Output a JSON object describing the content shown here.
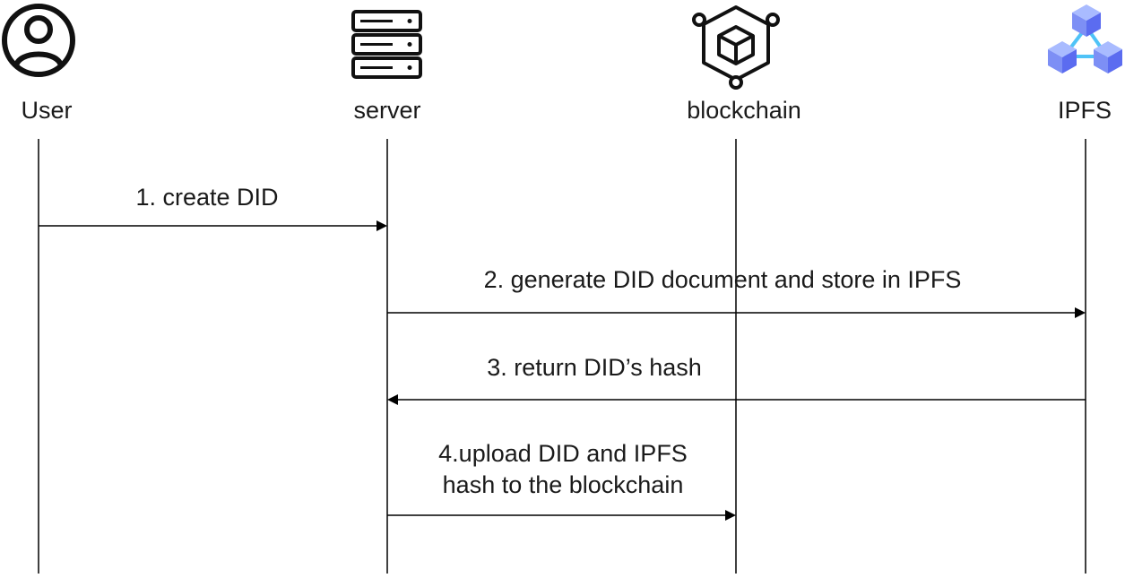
{
  "actors": [
    {
      "id": "user",
      "label": "User",
      "icon": "user-icon"
    },
    {
      "id": "server",
      "label": "server",
      "icon": "server-icon"
    },
    {
      "id": "blockchain",
      "label": "blockchain",
      "icon": "blockchain-icon"
    },
    {
      "id": "ipfs",
      "label": "IPFS",
      "icon": "ipfs-cubes-icon"
    }
  ],
  "messages": [
    {
      "from": "user",
      "to": "server",
      "lines": [
        "1. create DID"
      ]
    },
    {
      "from": "server",
      "to": "ipfs",
      "lines": [
        "2. generate DID document and store in IPFS"
      ]
    },
    {
      "from": "ipfs",
      "to": "server",
      "lines": [
        "3. return DID’s hash"
      ]
    },
    {
      "from": "server",
      "to": "blockchain",
      "lines": [
        "4.upload DID and IPFS",
        "hash to the blockchain"
      ]
    }
  ],
  "colors": {
    "line": "#000000",
    "text": "#1a1a1a",
    "ipfs_cube_light": "#8fa8ff",
    "ipfs_cube_dark": "#5b6cf0",
    "ipfs_link": "#4fc3f7"
  }
}
